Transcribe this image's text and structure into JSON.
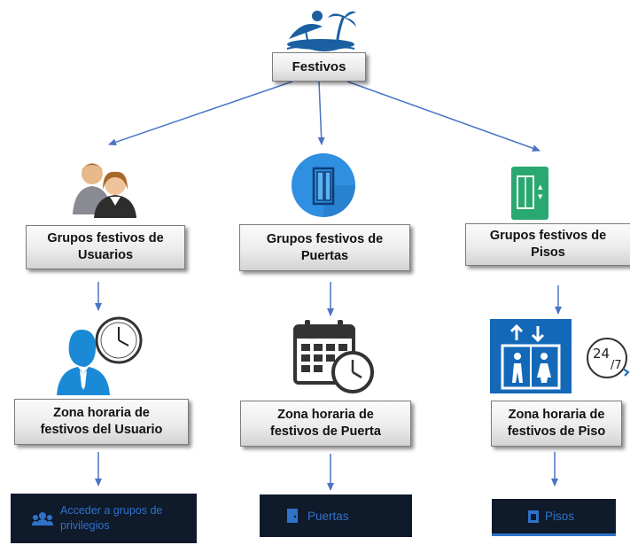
{
  "root": {
    "label": "Festivos",
    "icon": "beach-umbrella-icon"
  },
  "columns": [
    {
      "group_label": "Grupos festivos de\nUsuarios",
      "zone_label": "Zona horaria de\nfestivos del Usuario",
      "button_label": "Acceder a grupos de\nprivilegios",
      "group_icon": "users-icon",
      "zone_icon": "user-clock-icon",
      "button_icon": "group-icon"
    },
    {
      "group_label": "Grupos festivos de\nPuertas",
      "zone_label": "Zona horaria de\nfestivos de Puerta",
      "button_label": "Puertas",
      "group_icon": "door-icon",
      "zone_icon": "calendar-clock-icon",
      "button_icon": "door-small-icon"
    },
    {
      "group_label": "Grupos festivos de\nPisos",
      "zone_label": "Zona horaria de\nfestivos de Piso",
      "button_label": "Pisos",
      "group_icon": "elevator-icon",
      "zone_icon": "elevator-24-7-icon",
      "button_icon": "floor-icon"
    }
  ],
  "colors": {
    "arrow": "#4a74c4",
    "button_bg": "#0f1a2b",
    "button_text": "#2f72c8"
  }
}
